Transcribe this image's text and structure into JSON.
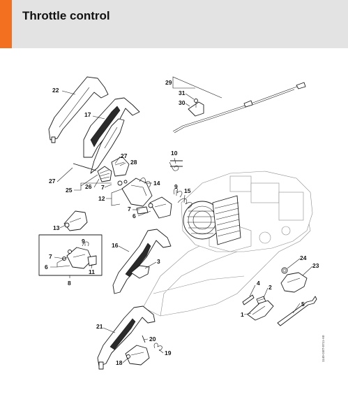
{
  "header": {
    "title": "Throttle control",
    "accent_color": "#f37021",
    "background_color": "#e3e3e3"
  },
  "diagram": {
    "callouts": [
      "22",
      "17",
      "27",
      "28",
      "27",
      "25",
      "26",
      "7",
      "10",
      "14",
      "9",
      "15",
      "12",
      "7",
      "6",
      "13",
      "9",
      "7",
      "6",
      "11",
      "8",
      "16",
      "3",
      "29",
      "31",
      "30",
      "24",
      "23",
      "4",
      "2",
      "5",
      "1",
      "21",
      "20",
      "18",
      "19"
    ],
    "doc_code": "1140-GET-0711-A0"
  }
}
